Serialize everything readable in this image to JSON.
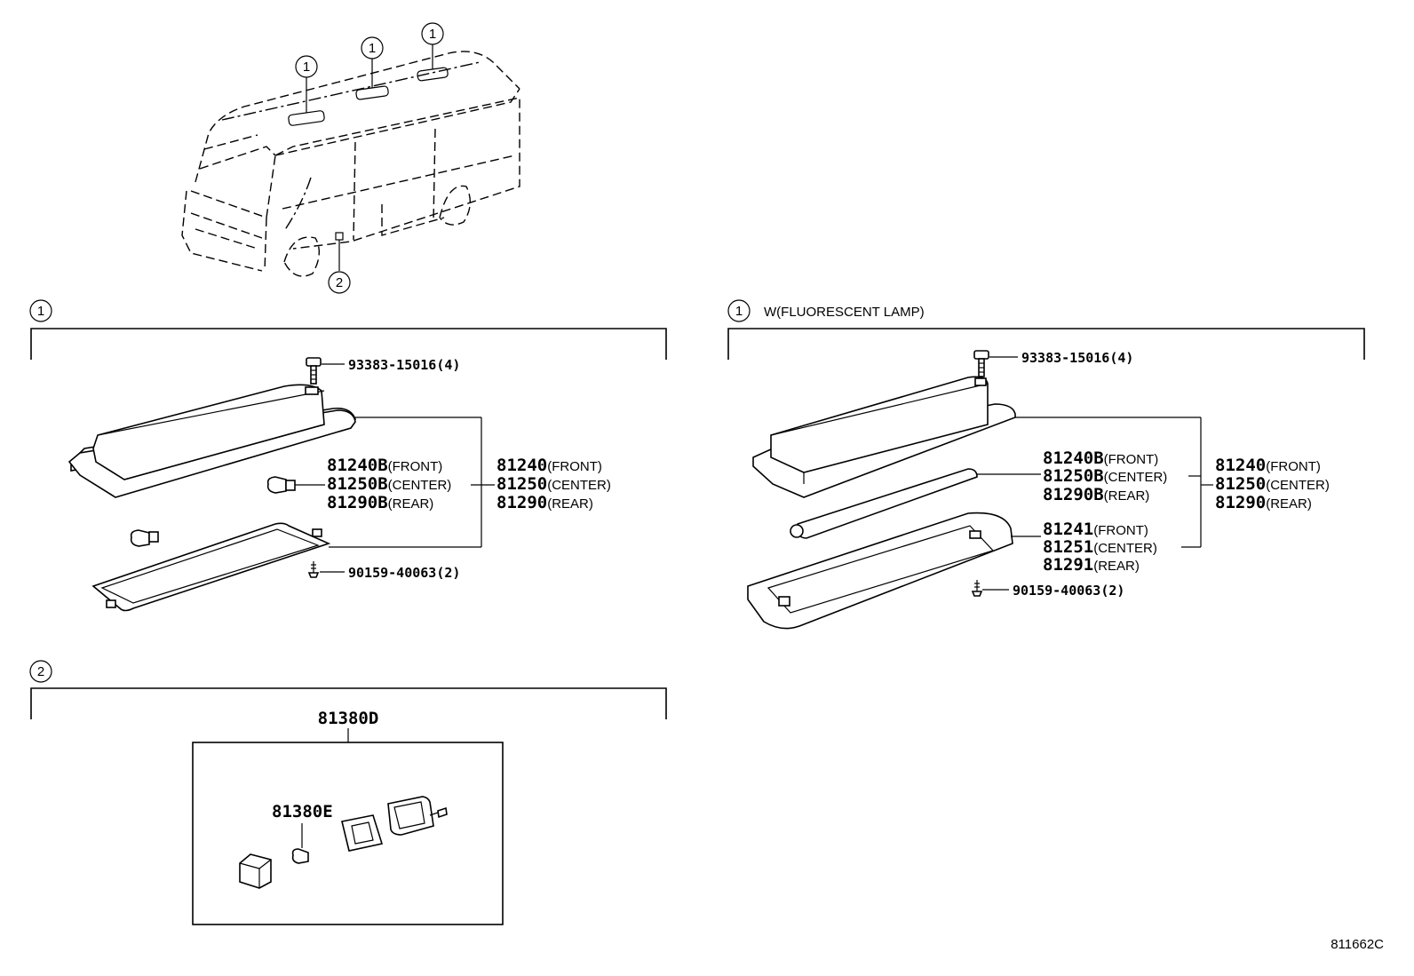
{
  "diagram_id": "811662C",
  "overview": {
    "callouts": [
      "1",
      "1",
      "1",
      "2"
    ]
  },
  "section_1": {
    "number": "1",
    "fasteners": {
      "bolt": "93383-15016(4)",
      "screw": "90159-40063(2)"
    },
    "sub_parts": [
      {
        "pn": "81240B",
        "qual": "(FRONT)"
      },
      {
        "pn": "81250B",
        "qual": "(CENTER)"
      },
      {
        "pn": "81290B",
        "qual": "(REAR)"
      }
    ],
    "assemblies": [
      {
        "pn": "81240",
        "qual": "(FRONT)"
      },
      {
        "pn": "81250",
        "qual": "(CENTER)"
      },
      {
        "pn": "81290",
        "qual": "(REAR)"
      }
    ]
  },
  "section_1f": {
    "number": "1",
    "title": "W(FLUORESCENT LAMP)",
    "fasteners": {
      "bolt": "93383-15016(4)",
      "screw": "90159-40063(2)"
    },
    "sub_parts": [
      {
        "pn": "81240B",
        "qual": "(FRONT)"
      },
      {
        "pn": "81250B",
        "qual": "(CENTER)"
      },
      {
        "pn": "81290B",
        "qual": "(REAR)"
      }
    ],
    "lens_parts": [
      {
        "pn": "81241",
        "qual": "(FRONT)"
      },
      {
        "pn": "81251",
        "qual": "(CENTER)"
      },
      {
        "pn": "81291",
        "qual": "(REAR)"
      }
    ],
    "assemblies": [
      {
        "pn": "81240",
        "qual": "(FRONT)"
      },
      {
        "pn": "81250",
        "qual": "(CENTER)"
      },
      {
        "pn": "81290",
        "qual": "(REAR)"
      }
    ]
  },
  "section_2": {
    "number": "2",
    "assembly": "81380D",
    "bulb": "81380E"
  }
}
